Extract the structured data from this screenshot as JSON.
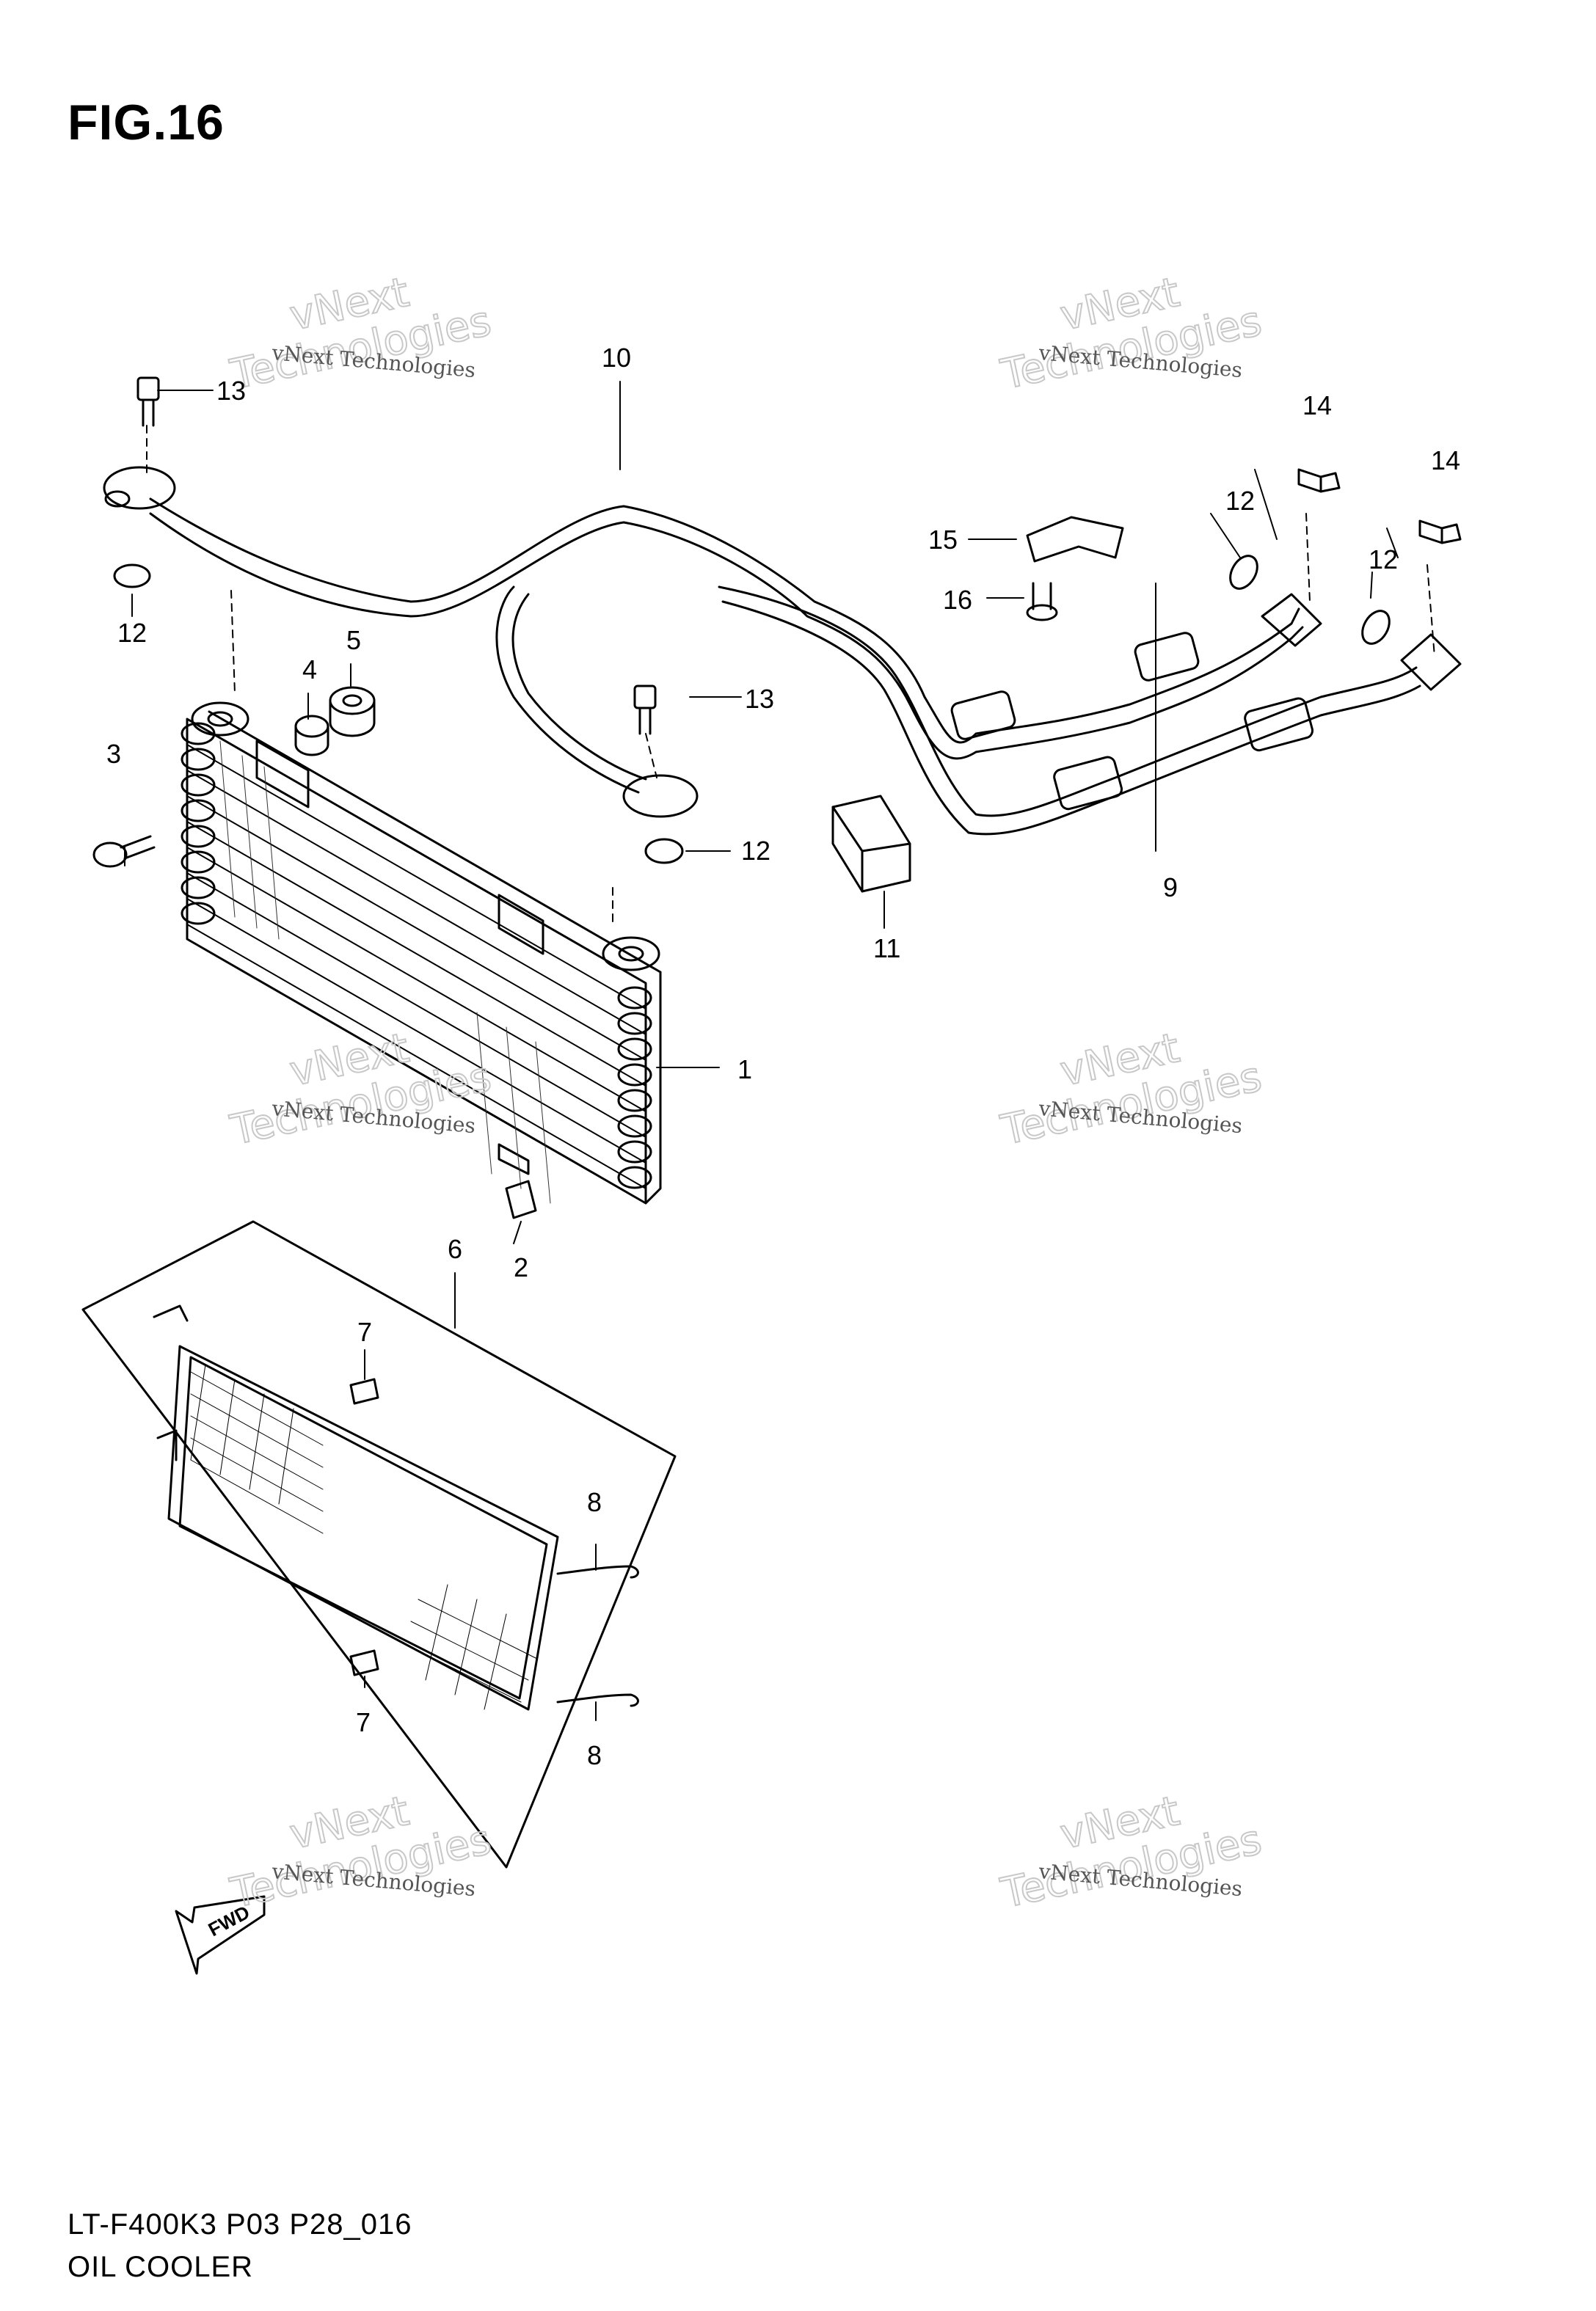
{
  "figure_title": "FIG.16",
  "footer": {
    "model_code": "LT-F400K3 P03 P28_016",
    "section_name": "OIL COOLER"
  },
  "watermark": {
    "company": "vNext Technologies",
    "word1": "vNext",
    "word2": "Technologies"
  },
  "fwd_label": "FWD",
  "callouts": {
    "c1": "1",
    "c2": "2",
    "c3": "3",
    "c4": "4",
    "c5": "5",
    "c6": "6",
    "c7a": "7",
    "c7b": "7",
    "c8a": "8",
    "c8b": "8",
    "c9": "9",
    "c10": "10",
    "c11": "11",
    "c12a": "12",
    "c12b": "12",
    "c12c": "12",
    "c12d": "12",
    "c13a": "13",
    "c13b": "13",
    "c14a": "14",
    "c14b": "14",
    "c15": "15",
    "c16": "16"
  }
}
